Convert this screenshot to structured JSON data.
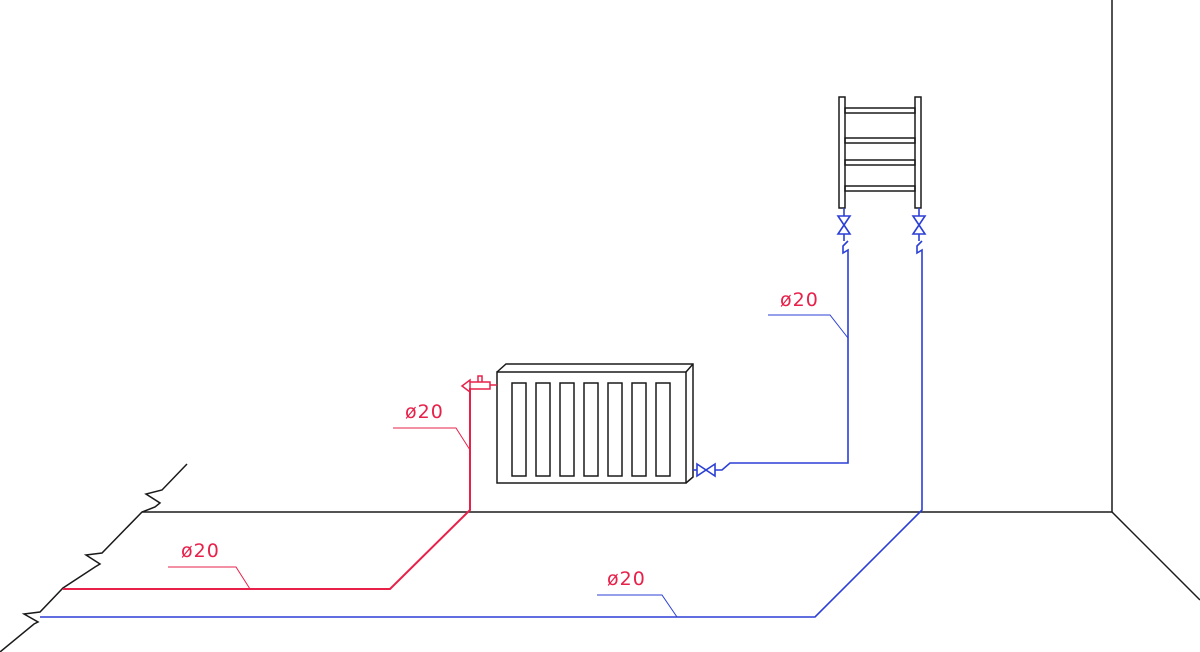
{
  "colors": {
    "supply": "#e8214a",
    "return": "#2b3fd6",
    "structure": "#1a1a1a",
    "label": "#e8214a"
  },
  "labels": {
    "supply_floor": "ø20",
    "supply_riser": "ø20",
    "return_riser": "ø20",
    "return_floor": "ø20"
  }
}
